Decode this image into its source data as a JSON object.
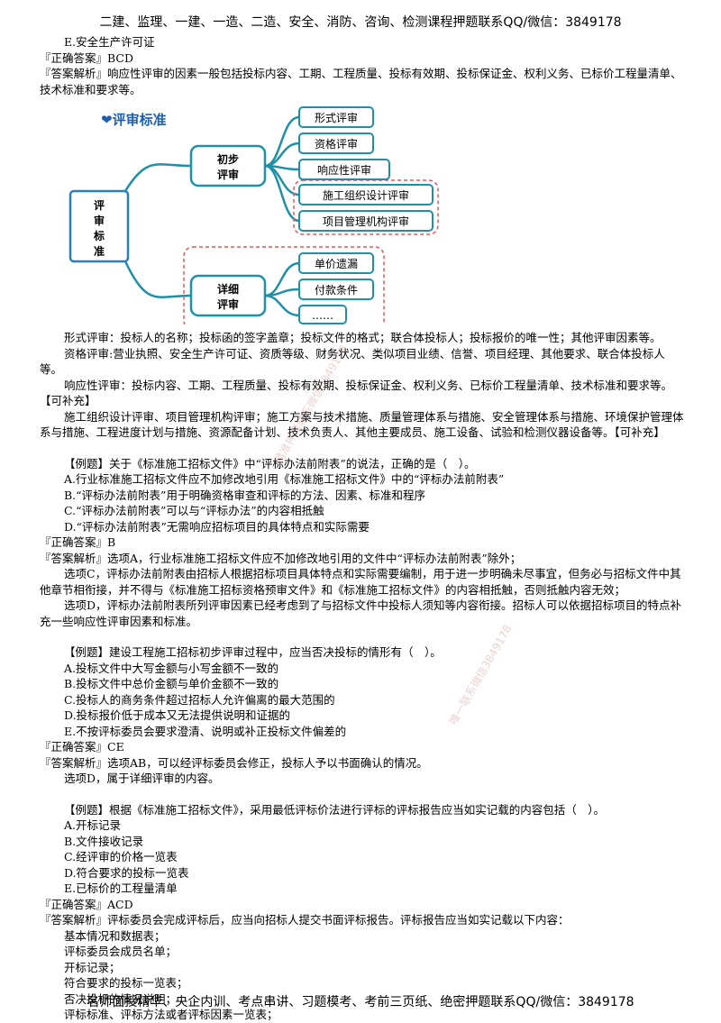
{
  "header": "二建、监理、一建、一造、二造、安全、消防、咨询、检测课程押题联系QQ/微信：3849178",
  "footer": "名师面授精华、央企内训、考点串讲、习题模考、考前三页纸、绝密押题联系QQ/微信：3849178",
  "block1": {
    "option_e": "E.安全生产许可证",
    "answer": "『正确答案』BCD",
    "analysis": "『答案解析』响应性评审的因素一般包括投标内容、工期、工程质量、投标有效期、投标保证金、权利义务、已标价工程量清单、技术标准和要求等。"
  },
  "diagram": {
    "title": "❤评审标准",
    "root": [
      "评",
      "审",
      "标",
      "准"
    ],
    "prelim": [
      "初步",
      "评审"
    ],
    "detail": [
      "详细",
      "评审"
    ],
    "prelim_items": [
      "形式评审",
      "资格评审",
      "响应性评审",
      "施工组织设计评审",
      "项目管理机构评审"
    ],
    "detail_items": [
      "单价遗漏",
      "付款条件",
      "……"
    ],
    "colors": {
      "line": "#1e90a8",
      "root_border": "#2a7fbf",
      "dash": "#e05a5a",
      "title": "#1a5fb4"
    }
  },
  "notes": [
    "形式评审：投标人的名称；投标函的签字盖章；投标文件的格式；联合体投标人；投标报价的唯一性；其他评审因素等。",
    "资格评审:营业执照、安全生产许可证、资质等级、财务状况、类似项目业绩、信誉、项目经理、其他要求、联合体投标人等。",
    "响应性评审：投标内容、工期、工程质量、投标有效期、投标保证金、权利义务、已标价工程量清单、技术标准和要求等。【可补充】",
    "施工组织设计评审、项目管理机构评审；施工方案与技术措施、质量管理体系与措施、安全管理体系与措施、环境保护管理体系与措施、工程进度计划与措施、资源配备计划、技术负责人、其他主要成员、施工设备、试验和检测仪器设备等。【可补充】"
  ],
  "q1": {
    "stem": "【例题】关于《标准施工招标文件》中“评标办法前附表”的说法，正确的是（　）。",
    "options": [
      "A.行业标准施工招标文件应不加修改地引用《标准施工招标文件》中的“评标办法前附表”",
      "B.“评标办法前附表”用于明确资格审查和评标的方法、因素、标准和程序",
      "C.“评标办法前附表”可以与“评标办法”的内容相抵触",
      "D.“评标办法前附表”无需响应招标项目的具体特点和实际需要"
    ],
    "answer": "『正确答案』B",
    "analysis": [
      "『答案解析』选项A，行业标准施工招标文件应不加修改地引用的文件中“评标办法前附表”除外；",
      "选项C，评标办法前附表由招标人根据招标项目具体特点和实际需要编制，用于进一步明确未尽事宜，但务必与招标文件中其他章节相衔接，并不得与《标准施工招标资格预审文件》和《标准施工招标文件》的内容相抵触，否则抵触内容无效；",
      "选项D，评标办法前附表所列评审因素已经考虑到了与招标文件中投标人须知等内容衔接。招标人可以依据招标项目的特点补充一些响应性评审因素和标准。"
    ]
  },
  "q2": {
    "stem": "【例题】建设工程施工招标初步评审过程中，应当否决投标的情形有（　）。",
    "options": [
      "A.投标文件中大写金额与小写金额不一致的",
      "B.投标文件中总价金额与单价金额不一致的",
      "C.投标人的商务条件超过招标人允许偏离的最大范围的",
      "D.投标报价低于成本又无法提供说明和证据的",
      "E.不按评标委员会要求澄清、说明或补正投标文件偏差的"
    ],
    "answer": "『正确答案』CE",
    "analysis": [
      "『答案解析』选项AB，可以经评标委员会修正，投标人予以书面确认的情况。",
      "选项D，属于详细评审的内容。"
    ]
  },
  "q3": {
    "stem": "【例题】根据《标准施工招标文件》，采用最低评标价法进行评标的评标报告应当如实记载的内容包括（　）。",
    "options": [
      "A.开标记录",
      "B.文件接收记录",
      "C.经评审的价格一览表",
      "D.符合要求的投标一览表",
      "E.已标价的工程量清单"
    ],
    "answer": "『正确答案』ACD",
    "analysis": "『答案解析』评标委员会完成评标后，应当向招标人提交书面评标报告。评标报告应当如实记载以下内容：",
    "list": [
      "基本情况和数据表；",
      "评标委员会成员名单；",
      "开标记录；",
      "符合要求的投标一览表；",
      "否决投标的情况说明；",
      "评标标准、评标方法或者评标因素一览表；"
    ]
  },
  "watermarks": [
    "精准押题联系微信3849178",
    "唯一联系微信3849178"
  ]
}
